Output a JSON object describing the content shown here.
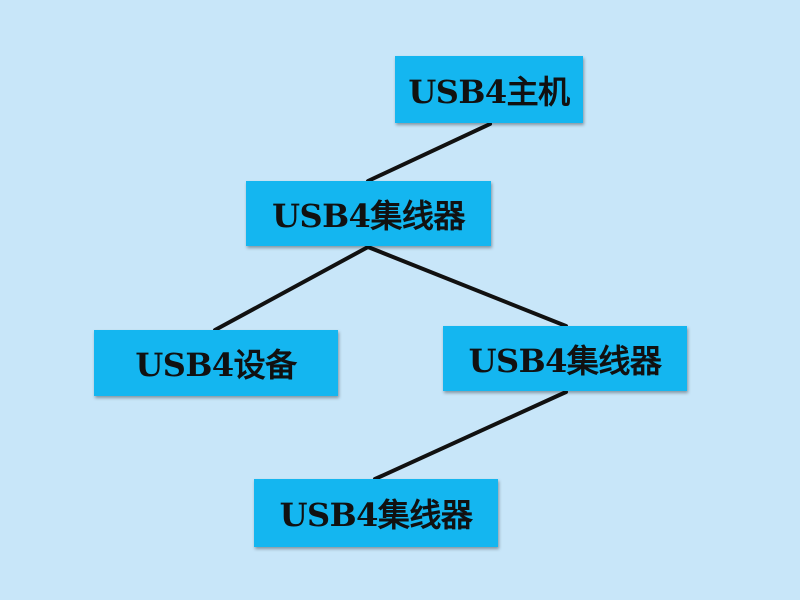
{
  "colors": {
    "background": "#C8E6F9",
    "node_fill": "#14B6F0",
    "line": "#111111",
    "text": "#111111"
  },
  "nodes": {
    "host": "USB4主机",
    "hub_1": "USB4集线器",
    "device": "USB4设备",
    "hub_2": "USB4集线器",
    "hub_3": "USB4集线器"
  },
  "connections": [
    [
      "host",
      "hub_1"
    ],
    [
      "hub_1",
      "device"
    ],
    [
      "hub_1",
      "hub_2"
    ],
    [
      "hub_2",
      "hub_3"
    ]
  ]
}
